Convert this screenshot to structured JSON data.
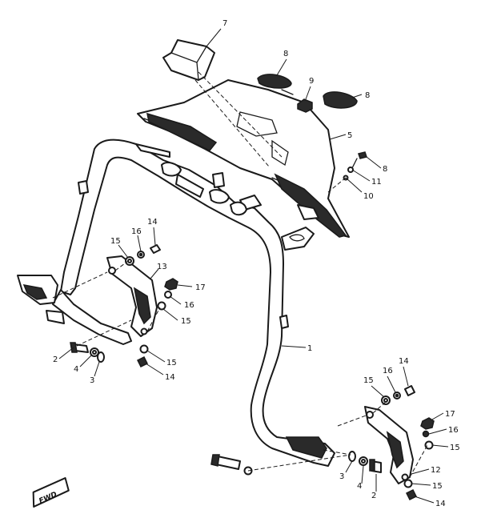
{
  "fwd_label": "FWD",
  "labels": [
    {
      "id": "7",
      "text": "7"
    },
    {
      "id": "8a",
      "text": "8"
    },
    {
      "id": "9",
      "text": "9"
    },
    {
      "id": "8b",
      "text": "8"
    },
    {
      "id": "5",
      "text": "5"
    },
    {
      "id": "8c",
      "text": "8"
    },
    {
      "id": "11",
      "text": "11"
    },
    {
      "id": "10",
      "text": "10"
    },
    {
      "id": "14a",
      "text": "14"
    },
    {
      "id": "16a",
      "text": "16"
    },
    {
      "id": "15a",
      "text": "15"
    },
    {
      "id": "13",
      "text": "13"
    },
    {
      "id": "17a",
      "text": "17"
    },
    {
      "id": "16b",
      "text": "16"
    },
    {
      "id": "15b",
      "text": "15"
    },
    {
      "id": "2a",
      "text": "2"
    },
    {
      "id": "4a",
      "text": "4"
    },
    {
      "id": "3a",
      "text": "3"
    },
    {
      "id": "15c",
      "text": "15"
    },
    {
      "id": "14b",
      "text": "14"
    },
    {
      "id": "1",
      "text": "1"
    },
    {
      "id": "15d",
      "text": "15"
    },
    {
      "id": "16c",
      "text": "16"
    },
    {
      "id": "14c",
      "text": "14"
    },
    {
      "id": "17b",
      "text": "17"
    },
    {
      "id": "16d",
      "text": "16"
    },
    {
      "id": "15e",
      "text": "15"
    },
    {
      "id": "12",
      "text": "12"
    },
    {
      "id": "3b",
      "text": "3"
    },
    {
      "id": "4b",
      "text": "4"
    },
    {
      "id": "2b",
      "text": "2"
    },
    {
      "id": "15f",
      "text": "15"
    },
    {
      "id": "14d",
      "text": "14"
    }
  ]
}
